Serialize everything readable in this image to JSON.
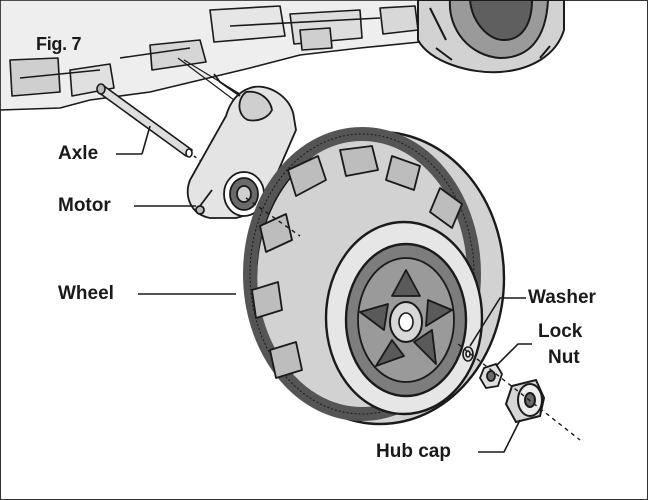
{
  "figure": {
    "label": "Fig. 7"
  },
  "labels": {
    "axle": "Axle",
    "motor": "Motor",
    "wheel": "Wheel",
    "washer": "Washer",
    "lock_nut_line1": "Lock",
    "lock_nut_line2": "Nut",
    "hub_cap": "Hub cap"
  },
  "colors": {
    "line": "#1a1a1a",
    "part_fill": "#e4e4e4",
    "tire_fill": "#d2d2d2",
    "rim_fill": "#7d7d7d"
  }
}
